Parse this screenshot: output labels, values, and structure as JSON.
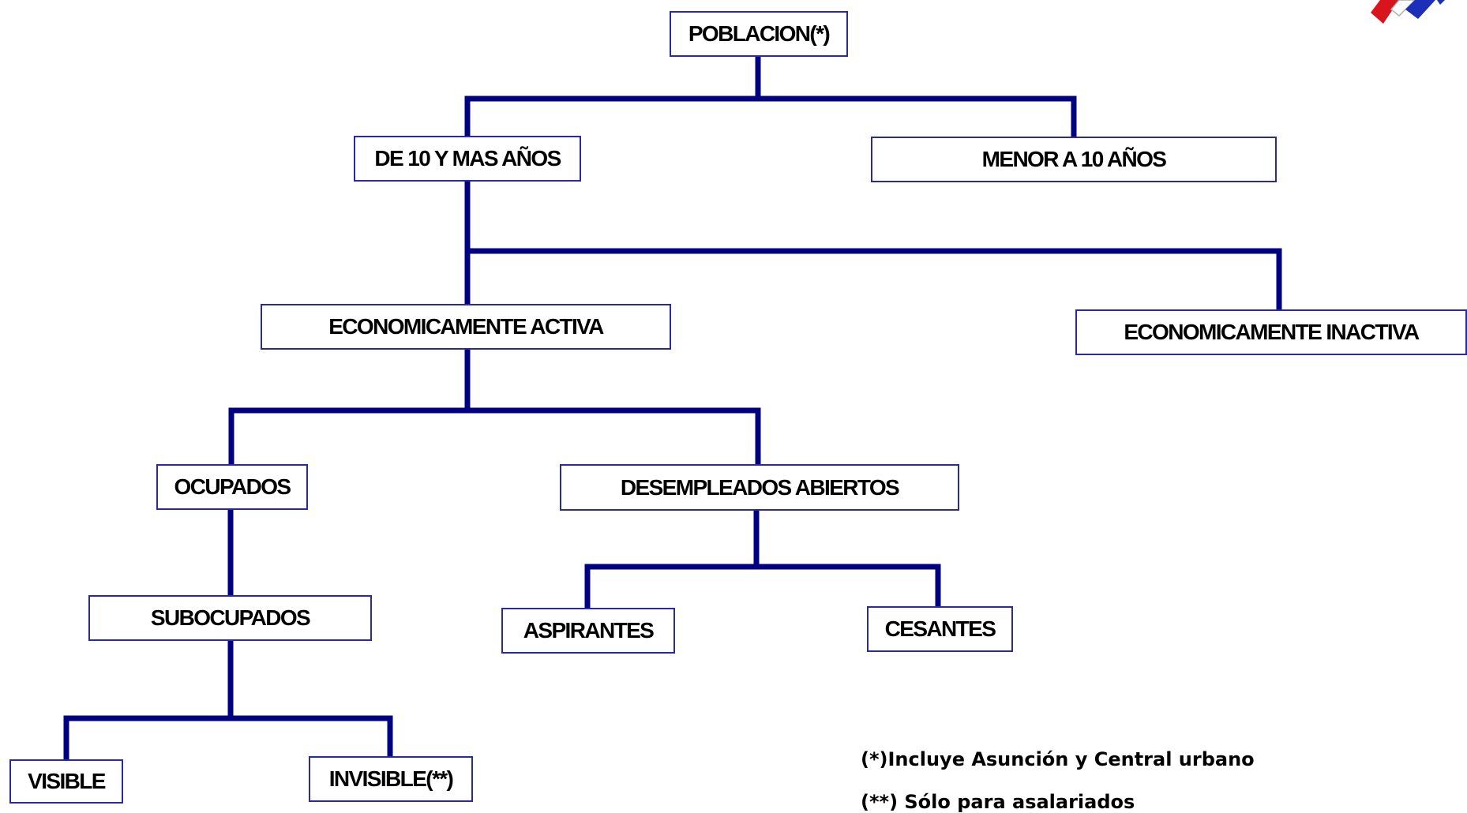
{
  "nodes": {
    "poblacion": "POBLACION(*)",
    "de10": "DE 10 Y MAS AÑOS",
    "menor10": "MENOR A 10 AÑOS",
    "activa": "ECONOMICAMENTE ACTIVA",
    "inactiva": "ECONOMICAMENTE INACTIVA",
    "ocupados": "OCUPADOS",
    "desempleados": "DESEMPLEADOS ABIERTOS",
    "subocupados": "SUBOCUPADOS",
    "aspirantes": "ASPIRANTES",
    "cesantes": "CESANTES",
    "visible": "VISIBLE",
    "invisible": "INVISIBLE(**)"
  },
  "notes": {
    "note1": "(*)Incluye Asunción y Central urbano",
    "note2": "(**) Sólo para asalariados"
  },
  "colors": {
    "connector": "#000080",
    "box_border": "#2a2a9a",
    "logo_red": "#d8141c",
    "logo_white": "#ffffff",
    "logo_blue": "#1c2fb8"
  }
}
